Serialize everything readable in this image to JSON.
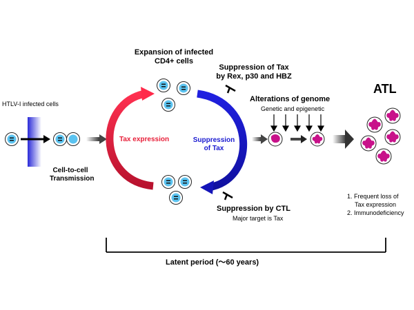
{
  "diagram": {
    "labels": {
      "htlv_infected": "HTLV-I infected cells",
      "cell_to_cell_line1": "Cell-to-cell",
      "cell_to_cell_line2": "Transmission",
      "expansion_line1": "Expansion of infected",
      "expansion_line2": "CD4+ cells",
      "tax_expression": "Tax expression",
      "suppression_tax_line1": "Suppression",
      "suppression_tax_line2": "of Tax",
      "suppression_rex_line1": "Suppression of Tax",
      "suppression_rex_line2": "by Rex, p30 and HBZ",
      "alterations_title": "Alterations of genome",
      "alterations_sub": "Genetic and epigenetic",
      "atl": "ATL",
      "suppression_ctl_title": "Suppression by CTL",
      "suppression_ctl_sub": "Major target is Tax",
      "outcome_1_line1": "1. Frequent loss of",
      "outcome_1_line2": "Tax expression",
      "outcome_2": "2. Immunodeficiency",
      "latent_period": "Latent period (〜60 years)"
    },
    "colors": {
      "red_arrow": "#e8203a",
      "blue_arrow": "#1a1ad0",
      "cell_blue": "#5bc3f0",
      "atl_cell": "#c8128a"
    }
  }
}
